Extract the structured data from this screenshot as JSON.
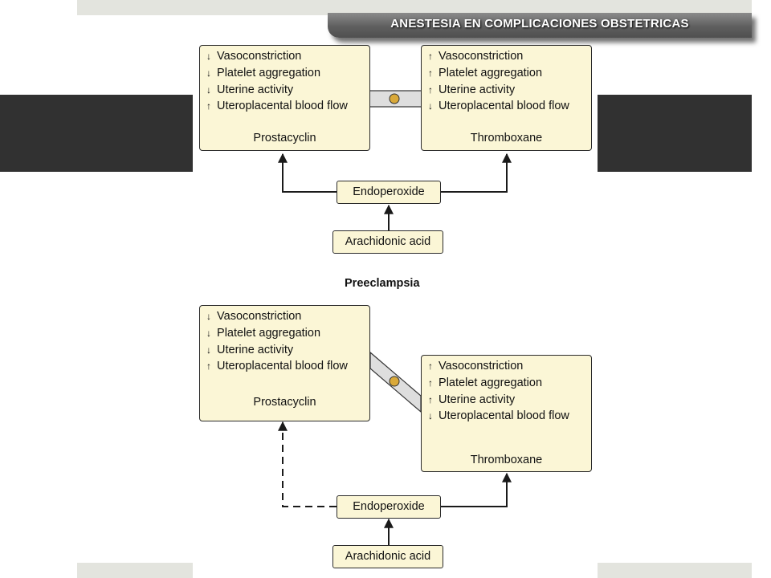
{
  "slide": {
    "title": "ANESTESIA EN COMPLICACIONES OBSTETRICAS"
  },
  "diagram": {
    "normal": {
      "prostacyclin": {
        "label": "Prostacyclin",
        "effects": [
          {
            "arrow": "↓",
            "text": "Vasoconstriction"
          },
          {
            "arrow": "↓",
            "text": "Platelet aggregation"
          },
          {
            "arrow": "↓",
            "text": "Uterine activity"
          },
          {
            "arrow": "↑",
            "text": "Uteroplacental blood flow"
          }
        ]
      },
      "thromboxane": {
        "label": "Thromboxane",
        "effects": [
          {
            "arrow": "↑",
            "text": "Vasoconstriction"
          },
          {
            "arrow": "↑",
            "text": "Platelet aggregation"
          },
          {
            "arrow": "↑",
            "text": "Uterine activity"
          },
          {
            "arrow": "↓",
            "text": "Uteroplacental blood flow"
          }
        ]
      },
      "endoperoxide": "Endoperoxide",
      "arachidonic": "Arachidonic acid"
    },
    "preeclampsia": {
      "heading": "Preeclampsia",
      "prostacyclin": {
        "label": "Prostacyclin",
        "effects": [
          {
            "arrow": "↓",
            "text": "Vasoconstriction"
          },
          {
            "arrow": "↓",
            "text": "Platelet aggregation"
          },
          {
            "arrow": "↓",
            "text": "Uterine activity"
          },
          {
            "arrow": "↑",
            "text": "Uteroplacental blood flow"
          }
        ]
      },
      "thromboxane": {
        "label": "Thromboxane",
        "effects": [
          {
            "arrow": "↑",
            "text": "Vasoconstriction"
          },
          {
            "arrow": "↑",
            "text": "Platelet aggregation"
          },
          {
            "arrow": "↑",
            "text": "Uterine activity"
          },
          {
            "arrow": "↓",
            "text": "Uteroplacental blood flow"
          }
        ]
      },
      "endoperoxide": "Endoperoxide",
      "arachidonic": "Arachidonic acid"
    },
    "colors": {
      "box_fill": "#fbf6d6",
      "pivot": "#d9a93a",
      "balance_bar": "#dedede"
    }
  }
}
